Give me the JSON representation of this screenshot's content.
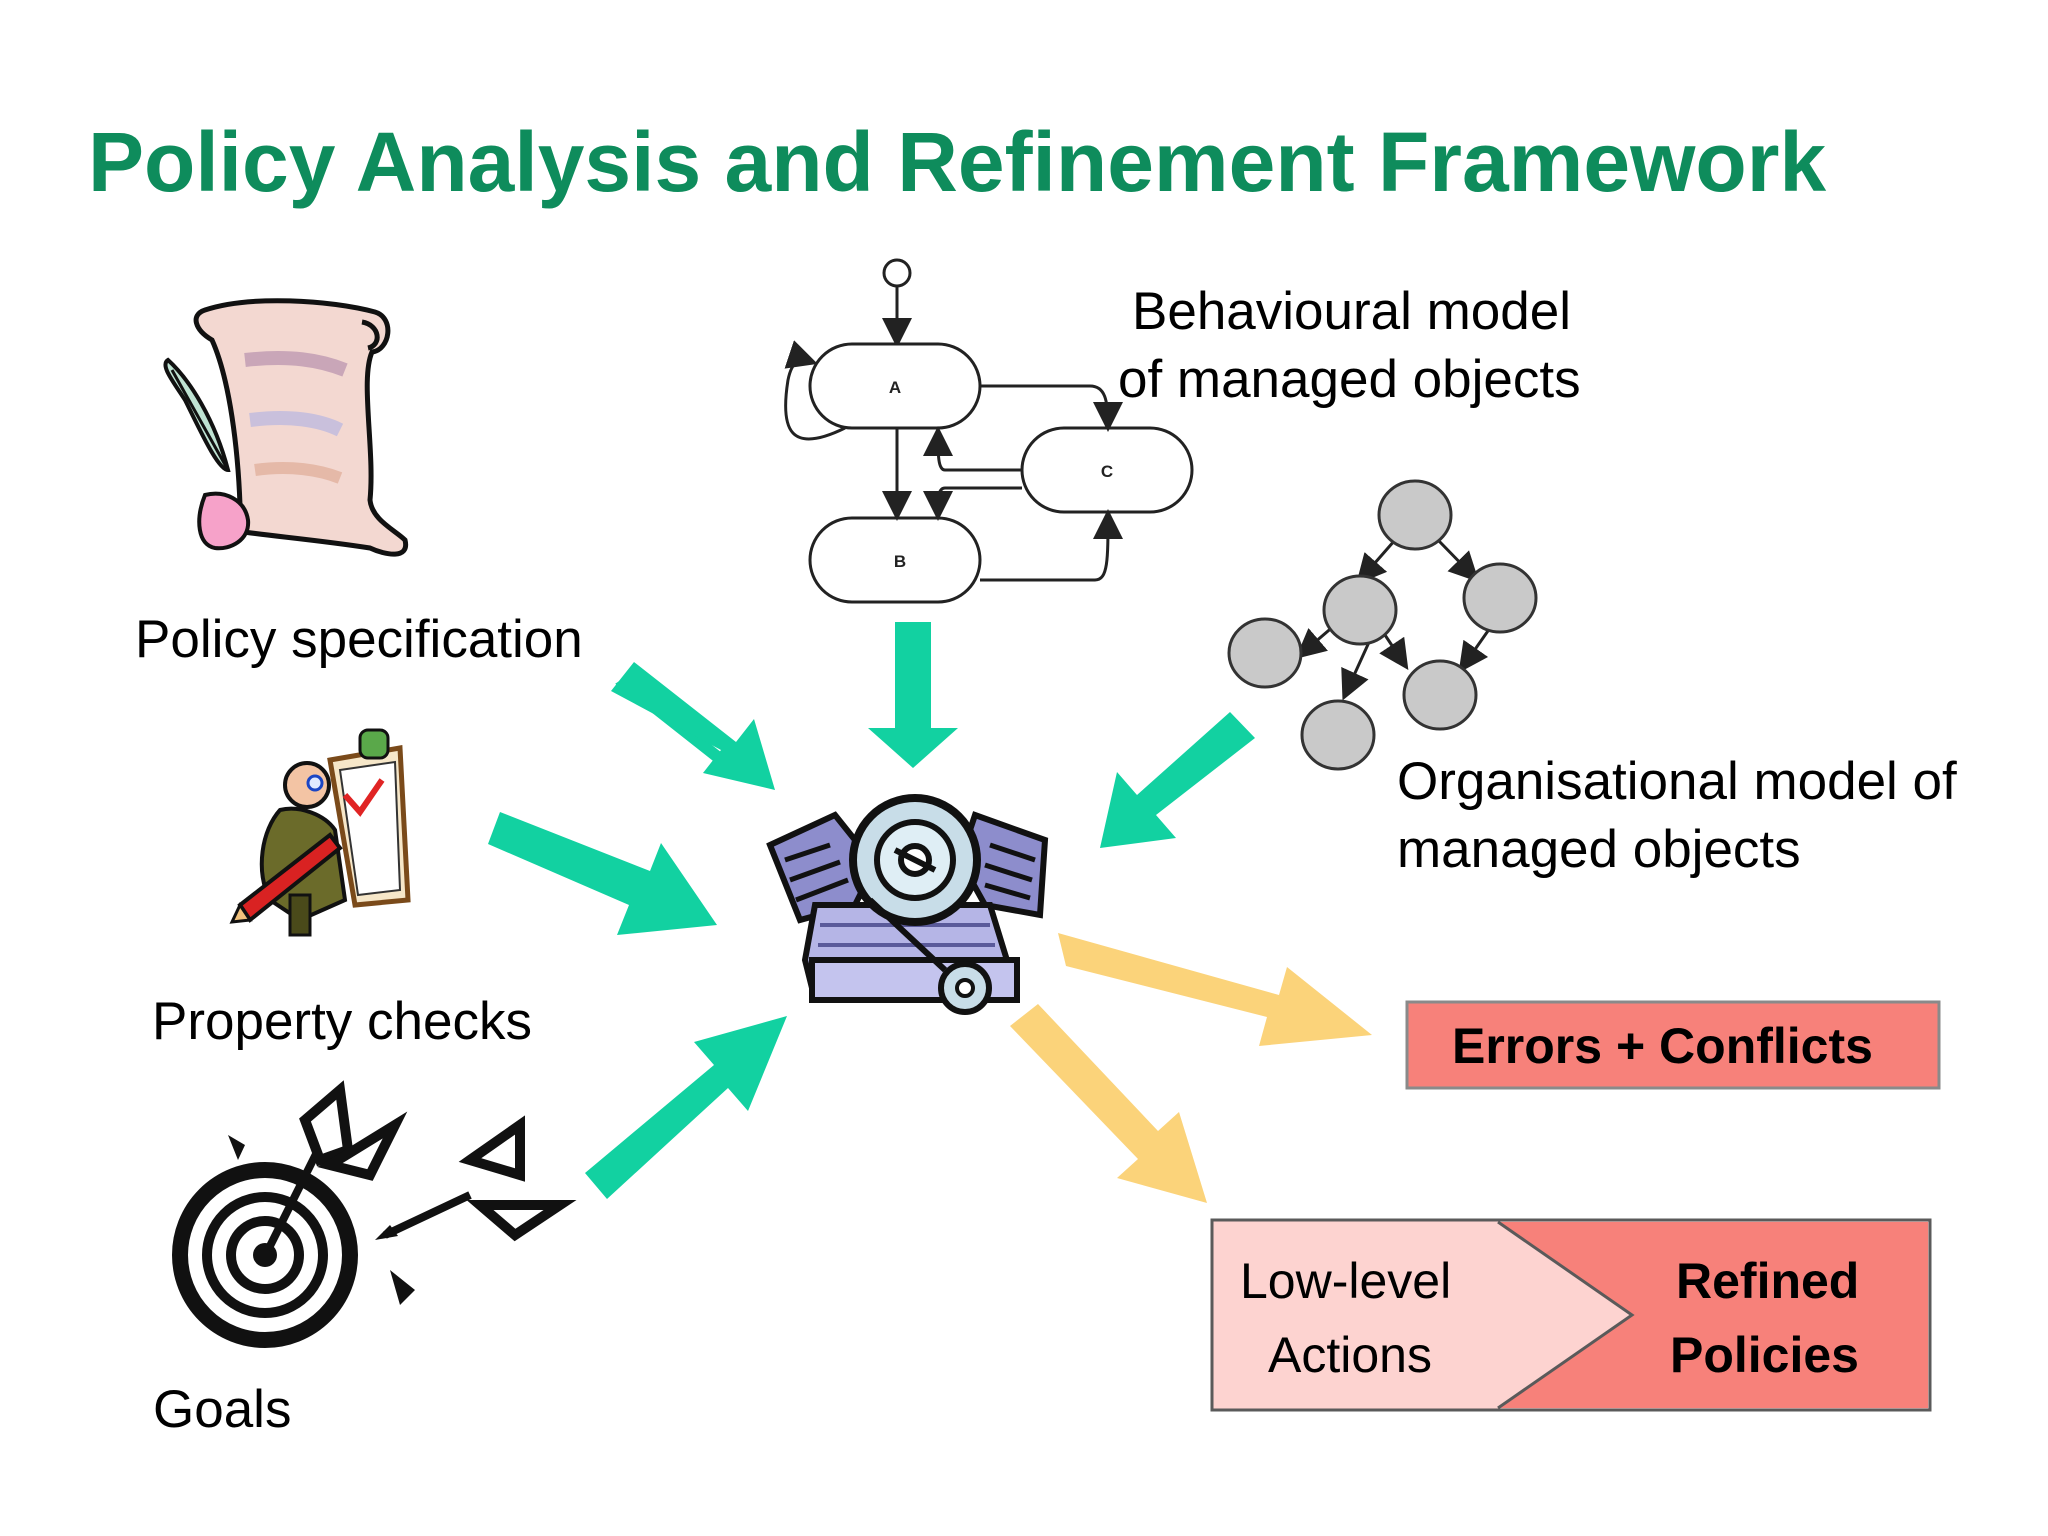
{
  "slide": {
    "title": "Policy Analysis and Refinement Framework"
  },
  "inputs": {
    "policy_specification": "Policy specification",
    "property_checks": "Property checks",
    "goals": "Goals",
    "behavioural_model_line1": "Behavioural model",
    "behavioural_model_line2": "of managed objects",
    "organisational_model_line1": "Organisational model of",
    "organisational_model_line2": "managed objects"
  },
  "state_diagram": {
    "state_a": "A",
    "state_b": "B",
    "state_c": "C"
  },
  "outputs": {
    "errors_conflicts": "Errors + Conflicts",
    "low_level_line1": "Low-level",
    "low_level_line2": "Actions",
    "refined_line1": "Refined",
    "refined_line2": "Policies"
  },
  "colors": {
    "title": "#0e8c5c",
    "input_arrow": "#12d1a1",
    "output_arrow": "#fbd37a",
    "errors_box": "#f7817a",
    "low_level_box": "#fdd3d0",
    "refined_box": "#f7817a",
    "tree_node": "#c9c9c9"
  },
  "icons": {
    "policy_specification": "scroll-quill-icon",
    "property_checks": "checklist-person-icon",
    "goals": "target-darts-icon",
    "engine": "engine-icon"
  }
}
